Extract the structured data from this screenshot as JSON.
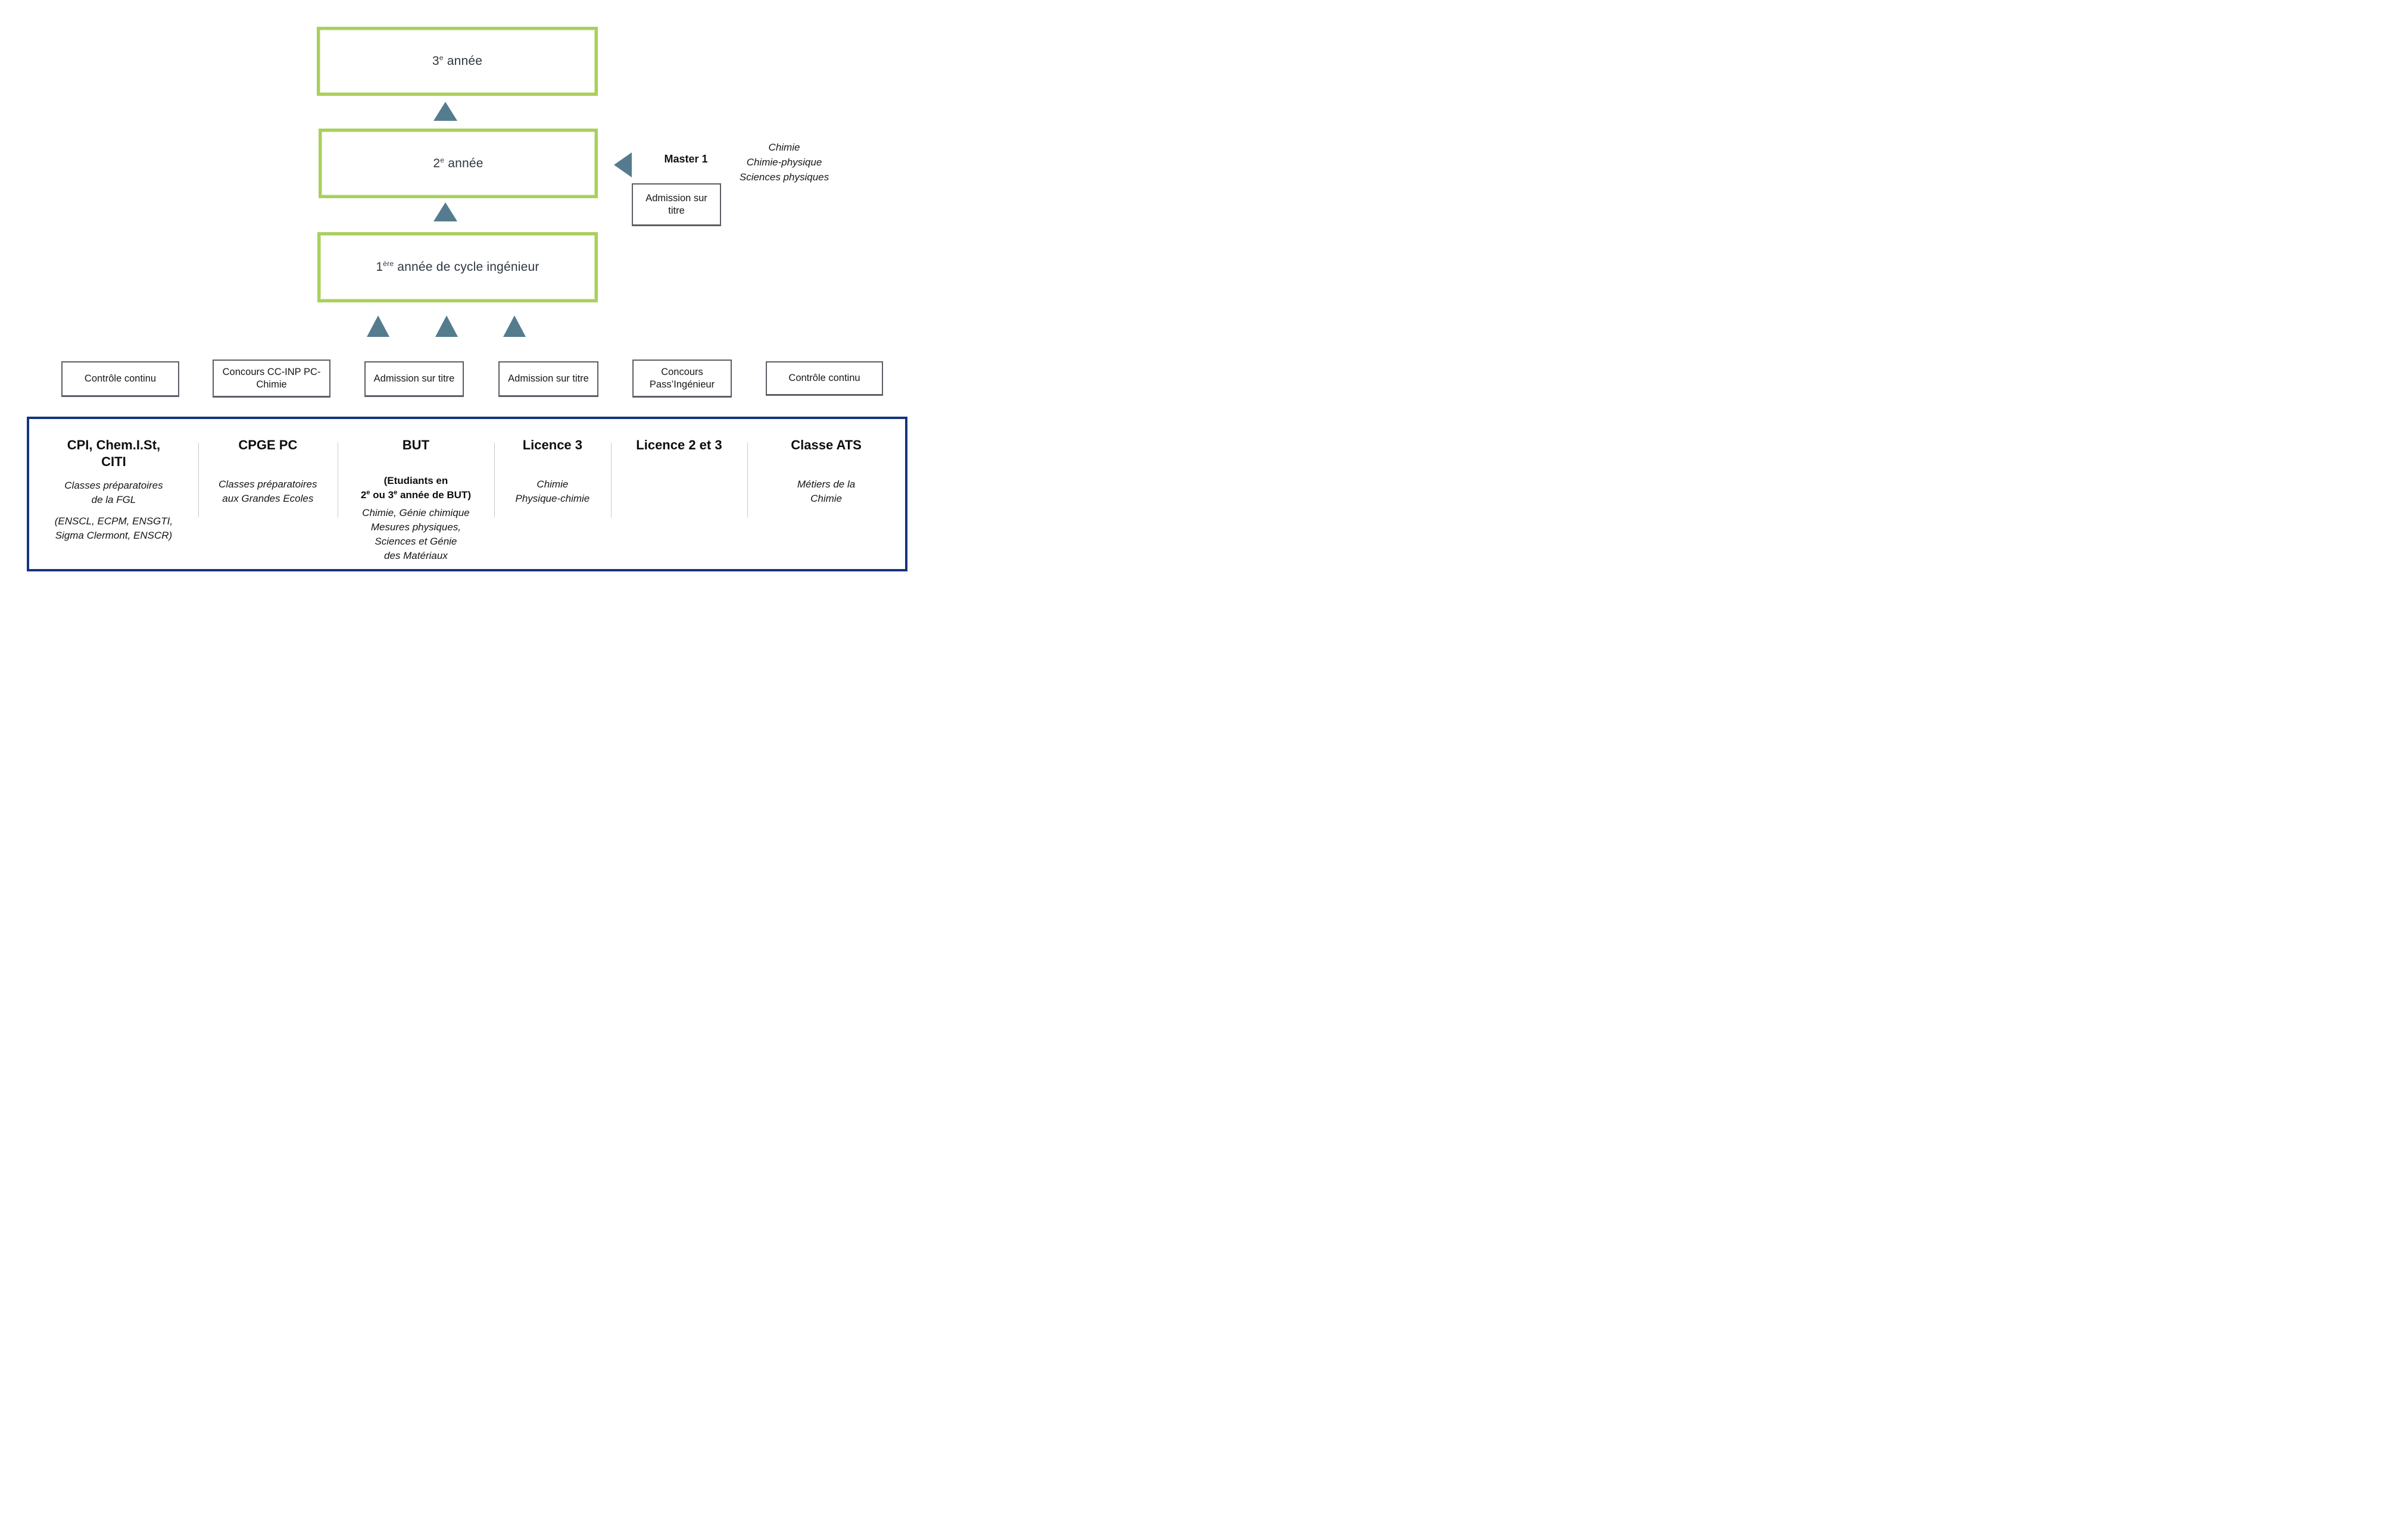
{
  "palette": {
    "green_border": "#a9d05c",
    "arrow_slate": "#547c8e",
    "navy_border": "#14357d",
    "small_box_border": "#5d5d66",
    "divider_gray": "#c9c9c9"
  },
  "flow": {
    "year3": {
      "num": "3",
      "sup": "e",
      "tail": " année"
    },
    "year2": {
      "num": "2",
      "sup": "e",
      "tail": " année"
    },
    "year1": {
      "num": "1",
      "sup": "ère",
      "tail": " année de cycle ingénieur"
    }
  },
  "master": {
    "label": "Master 1",
    "programs": [
      "Chimie",
      "Chimie-physique",
      "Sciences physiques"
    ],
    "admission": "Admission sur titre"
  },
  "admission_routes": [
    "Contrôle continu",
    "Concours CC-INP PC-Chimie",
    "Admission sur titre",
    "Admission sur titre",
    "Concours Pass’Ingénieur",
    "Contrôle continu"
  ],
  "bottom": {
    "columns": [
      {
        "title_lines": [
          "CPI, Chem.I.St,",
          "CITI"
        ],
        "desc_lines": [
          "Classes préparatoires",
          "de la FGL"
        ],
        "desc2_lines": [
          "(ENSCL, ECPM, ENSGTI,",
          "Sigma Clermont, ENSCR)"
        ]
      },
      {
        "title_lines": [
          "CPGE PC"
        ],
        "desc_lines": [
          "Classes préparatoires",
          "aux Grandes Ecoles"
        ]
      },
      {
        "title_lines": [
          "BUT"
        ],
        "note": {
          "l1": "(Etudiants en",
          "n2": "2",
          "s2": "e",
          "mid": " ou 3",
          "s3": "e",
          "tail": " année de BUT)"
        },
        "desc_lines": [
          "Chimie, Génie chimique",
          "Mesures physiques,",
          "Sciences et Génie",
          "des Matériaux"
        ]
      },
      {
        "title_lines": [
          "Licence 3"
        ],
        "desc_lines": [
          "Chimie",
          "Physique-chimie"
        ]
      },
      {
        "title_lines": [
          "Licence 2 et 3"
        ]
      },
      {
        "title_lines": [
          "Classe ATS"
        ],
        "desc_lines": [
          "Métiers de la",
          "Chimie"
        ]
      }
    ]
  }
}
